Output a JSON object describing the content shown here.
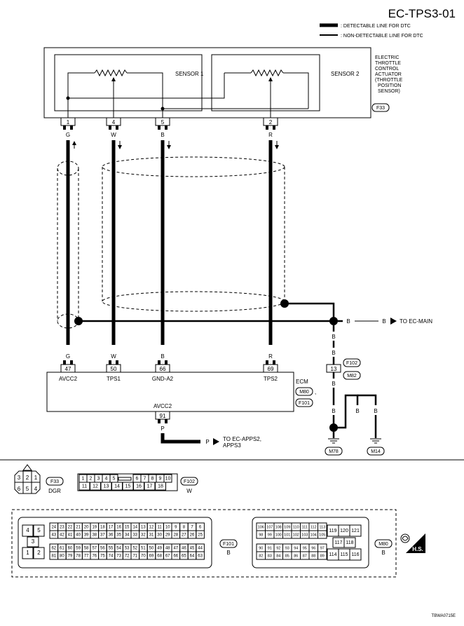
{
  "header": {
    "title": "EC-TPS3-01",
    "legend_detectable": ": DETECTABLE LINE FOR DTC",
    "legend_non_detectable": ": NON-DETECTABLE LINE FOR DTC"
  },
  "actuator": {
    "sensor1": "SENSOR 1",
    "sensor2": "SENSOR 2",
    "name_lines": [
      "ELECTRIC",
      "THROTTLE",
      "CONTROL",
      "ACTUATOR",
      "(THROTTLE",
      "POSITION",
      "SENSOR)"
    ],
    "connector": "F33",
    "terminals": [
      "1",
      "4",
      "5",
      "2"
    ],
    "colors": [
      "G",
      "W",
      "B",
      "R"
    ]
  },
  "ecm": {
    "label": "ECM",
    "connectors": [
      "M80",
      "F101"
    ],
    "terminals": [
      "47",
      "50",
      "66",
      "69"
    ],
    "terminal_names": [
      "AVCC2",
      "TPS1",
      "GND-A2",
      "TPS2"
    ],
    "colors": [
      "G",
      "W",
      "B",
      "R"
    ],
    "avcc2_terminal": "91",
    "avcc2_name": "AVCC2",
    "avcc2_color": "P"
  },
  "ground_branch": {
    "b_label": "B",
    "to_main": "TO EC-MAIN",
    "junction_connectors": [
      "F102",
      "M82"
    ],
    "junction_terminal": "13",
    "grounds": [
      "M78",
      "M14"
    ]
  },
  "to_apps": [
    "TO EC-APPS2,",
    "APPS3"
  ],
  "connector_views": {
    "f33": {
      "id": "F33",
      "color": "DGR",
      "top": [
        "3",
        "2",
        "1"
      ],
      "bottom": [
        "6",
        "5",
        "4"
      ]
    },
    "f102": {
      "id": "F102",
      "color": "W",
      "top": [
        "1",
        "2",
        "3",
        "4",
        "5",
        "6",
        "7",
        "8",
        "9",
        "10"
      ],
      "bottom": [
        "11",
        "12",
        "13",
        "14",
        "15",
        "16",
        "17",
        "18"
      ]
    },
    "f101": {
      "id": "F101",
      "color": "B",
      "left_pins": [
        "4",
        "5",
        "3",
        "1",
        "2"
      ],
      "row1": [
        "24",
        "23",
        "22",
        "21",
        "20",
        "19",
        "18",
        "17",
        "16",
        "15",
        "14",
        "13",
        "12",
        "11",
        "10",
        "9",
        "8",
        "7",
        "6"
      ],
      "row2": [
        "43",
        "42",
        "41",
        "40",
        "39",
        "38",
        "37",
        "36",
        "35",
        "34",
        "33",
        "32",
        "31",
        "30",
        "29",
        "28",
        "27",
        "26",
        "25"
      ],
      "row3": [
        "62",
        "61",
        "60",
        "59",
        "58",
        "57",
        "56",
        "55",
        "54",
        "53",
        "52",
        "51",
        "50",
        "49",
        "48",
        "47",
        "46",
        "45",
        "44"
      ],
      "row4": [
        "81",
        "80",
        "79",
        "78",
        "77",
        "76",
        "75",
        "74",
        "73",
        "72",
        "71",
        "70",
        "69",
        "68",
        "67",
        "66",
        "65",
        "64",
        "63"
      ]
    },
    "m80": {
      "id": "M80",
      "color": "B",
      "row1": [
        "106",
        "107",
        "108",
        "109",
        "110",
        "111",
        "112",
        "113"
      ],
      "row2": [
        "98",
        "99",
        "100",
        "101",
        "102",
        "103",
        "104",
        "105"
      ],
      "row3": [
        "90",
        "91",
        "92",
        "93",
        "94",
        "95",
        "96",
        "97"
      ],
      "row4": [
        "82",
        "83",
        "84",
        "85",
        "86",
        "87",
        "88",
        "89"
      ],
      "right_top": [
        "119",
        "120",
        "121"
      ],
      "right_mid": [
        "117",
        "118"
      ],
      "right_bottom": [
        "114",
        "115",
        "116"
      ]
    },
    "hs": "H.S."
  },
  "footer_code": "TBWA0715E"
}
